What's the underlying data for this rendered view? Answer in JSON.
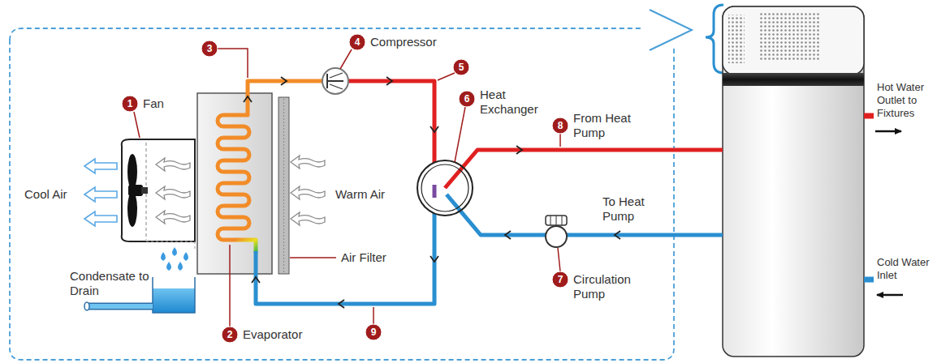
{
  "diagram": {
    "labels": [
      "1",
      "Fan",
      "2",
      "Evaporator",
      "3",
      "4",
      "Compressor",
      "5",
      "6",
      "Heat Exchanger",
      "7",
      "Circulation Pump",
      "8",
      "From Heat Pump",
      "To Heat Pump",
      "9",
      "Cool Air",
      "Warm Air",
      "Air Filter",
      "Condensate to Drain",
      "Hot Water Outlet to Fixtures",
      "Cold Water Inlet"
    ]
  }
}
